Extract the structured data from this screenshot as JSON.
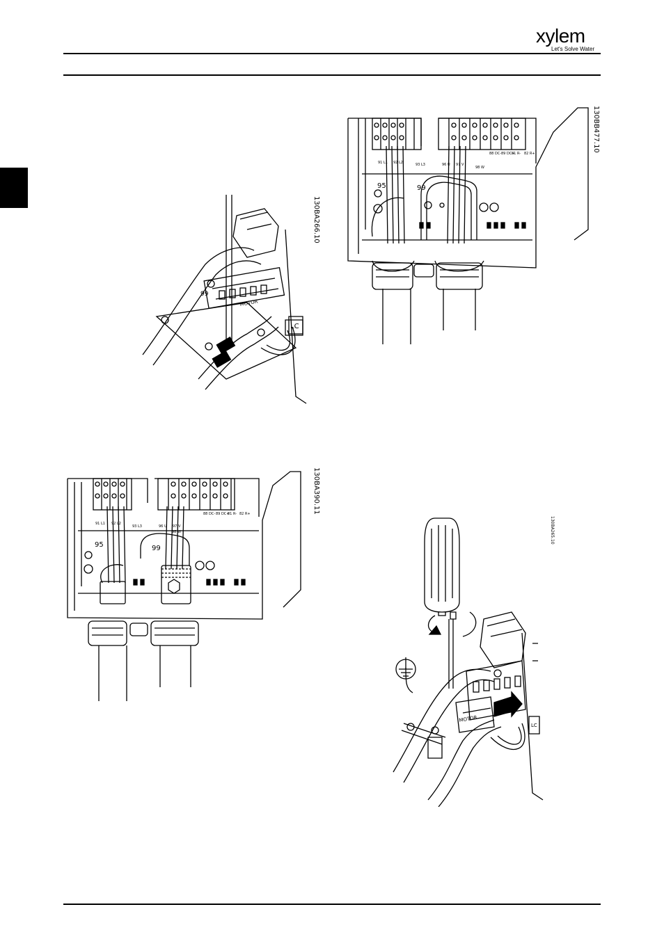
{
  "header": {
    "logo_word": "xylem",
    "logo_tagline": "Let's Solve Water"
  },
  "figures": [
    {
      "code": "130BA266.10",
      "labels": [
        "99",
        "MOTOR",
        "LC"
      ]
    },
    {
      "code": "130BB477.10",
      "labels": [
        "95",
        "99",
        "91 L1",
        "92 L2",
        "93 L3",
        "96 U",
        "97 V",
        "98 W",
        "88 DC-",
        "89 DC+",
        "81 R-",
        "82 R+"
      ]
    },
    {
      "code": "130BA390.11",
      "labels": [
        "95",
        "99",
        "91 L1",
        "92 L2",
        "93 L3",
        "96 U",
        "97 V",
        "98 W",
        "88 DC-",
        "89 DC+",
        "81 R-",
        "82 R+"
      ]
    },
    {
      "code": "130BA265.10",
      "labels": [
        "MOTOR",
        "LC"
      ]
    }
  ]
}
